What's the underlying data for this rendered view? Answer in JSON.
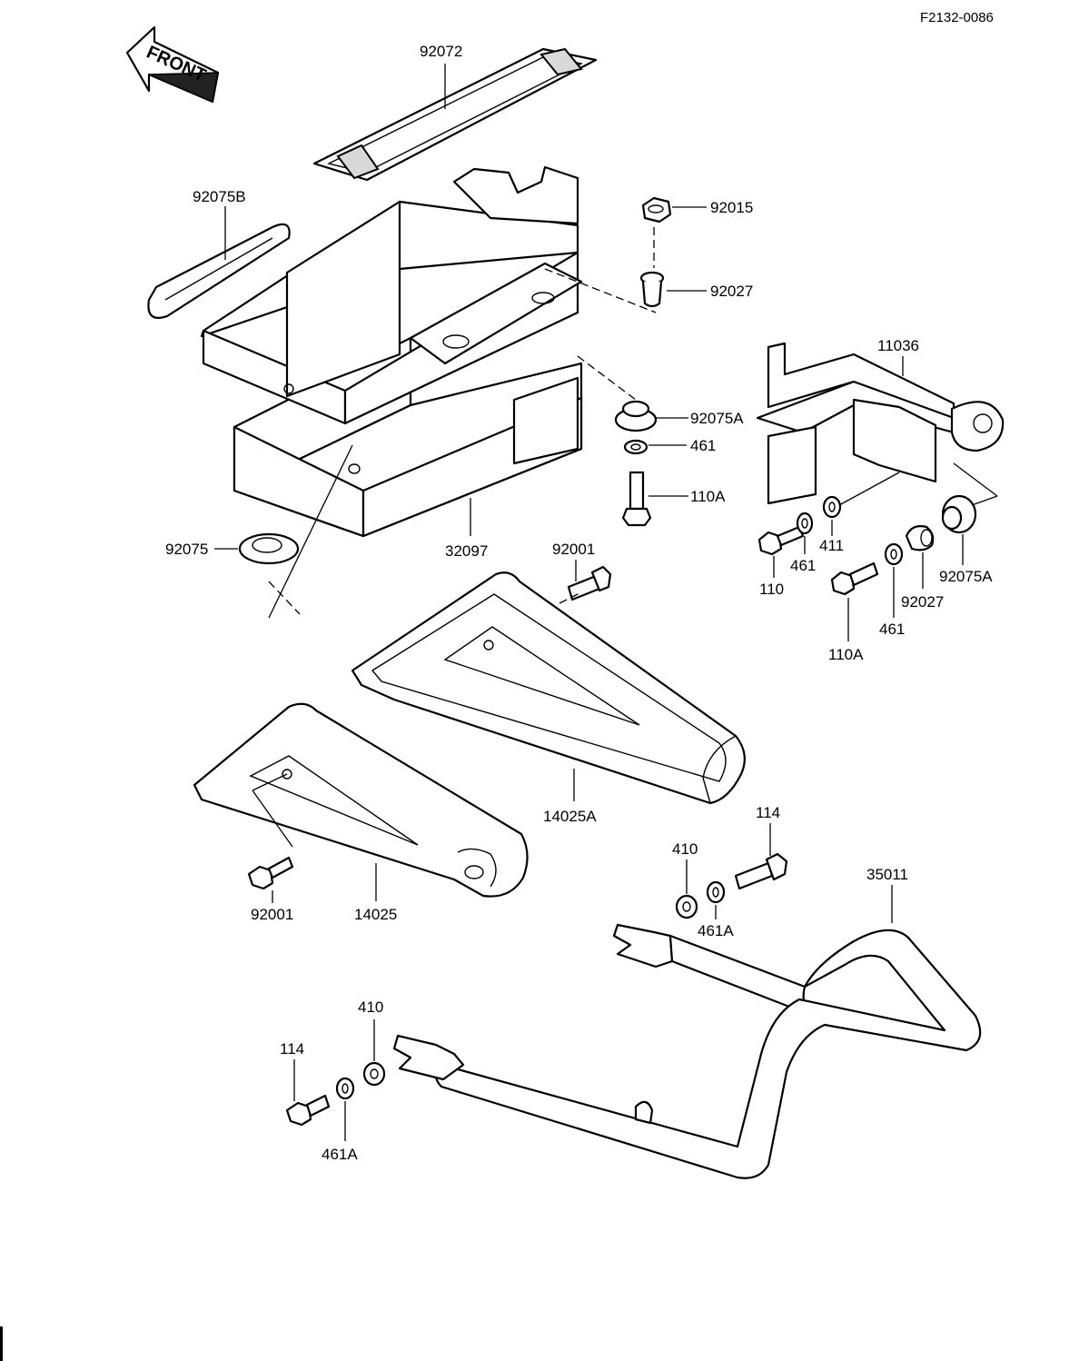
{
  "document_code": "F2132-0086",
  "front_arrow_text": "FRONT",
  "labels": {
    "battery_strap": "92072",
    "strap_band": "92075B",
    "battery_case": "32097",
    "grommet_left": "92075",
    "nut": "92015",
    "collar_top": "92027",
    "bracket": "11036",
    "damper_top": "92075A",
    "washer_top": "461",
    "bolt_top": "110A",
    "bolt_110": "110",
    "washer_461_mid": "461",
    "washer_411": "411",
    "damper_right": "92075A",
    "collar_right": "92027",
    "washer_461_right": "461",
    "bolt_110A_right": "110A",
    "bolt_92001_top": "92001",
    "cover_right": "14025A",
    "cover_left": "14025",
    "bolt_92001_bottom": "92001",
    "bolt_114_top": "114",
    "washer_410_top": "410",
    "washer_461A_top": "461A",
    "guard": "35011",
    "washer_410_bottom": "410",
    "bolt_114_bottom": "114",
    "washer_461A_bottom": "461A"
  }
}
